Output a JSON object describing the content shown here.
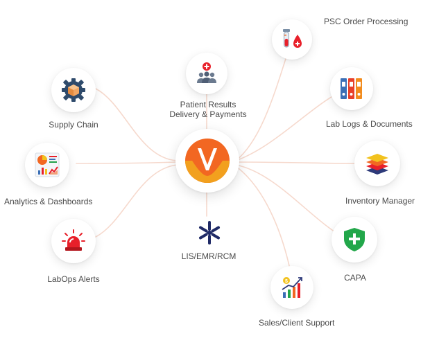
{
  "center": {
    "icon": "brand-logo-icon"
  },
  "nodes": {
    "psc_order_processing": {
      "label": "PSC Order Processing",
      "icon": "test-tube-blood-drop-icon"
    },
    "patient_results": {
      "label_line1": "Patient Results",
      "label_line2": "Delivery & Payments",
      "icon": "patient-group-icon"
    },
    "supply_chain": {
      "label": "Supply Chain",
      "icon": "gear-box-icon"
    },
    "lab_logs": {
      "label": "Lab Logs & Documents",
      "icon": "binders-icon"
    },
    "analytics": {
      "label": "Analytics & Dashboards",
      "icon": "dashboard-charts-icon"
    },
    "inventory": {
      "label": "Inventory Manager",
      "icon": "layers-stack-icon"
    },
    "labops_alerts": {
      "label": "LabOps Alerts",
      "icon": "siren-alarm-icon"
    },
    "capa": {
      "label": "CAPA",
      "icon": "shield-plus-icon"
    },
    "lis": {
      "label": "LIS/EMR/RCM",
      "icon": "snowflake-icon"
    },
    "sales_support": {
      "label": "Sales/Client Support",
      "icon": "growth-chart-icon"
    }
  },
  "colors": {
    "brand_orange": "#F26722",
    "brand_red": "#E8202A",
    "connector": "#F6D9CD",
    "text": "#4A4A4A",
    "navy": "#1F2A66"
  }
}
